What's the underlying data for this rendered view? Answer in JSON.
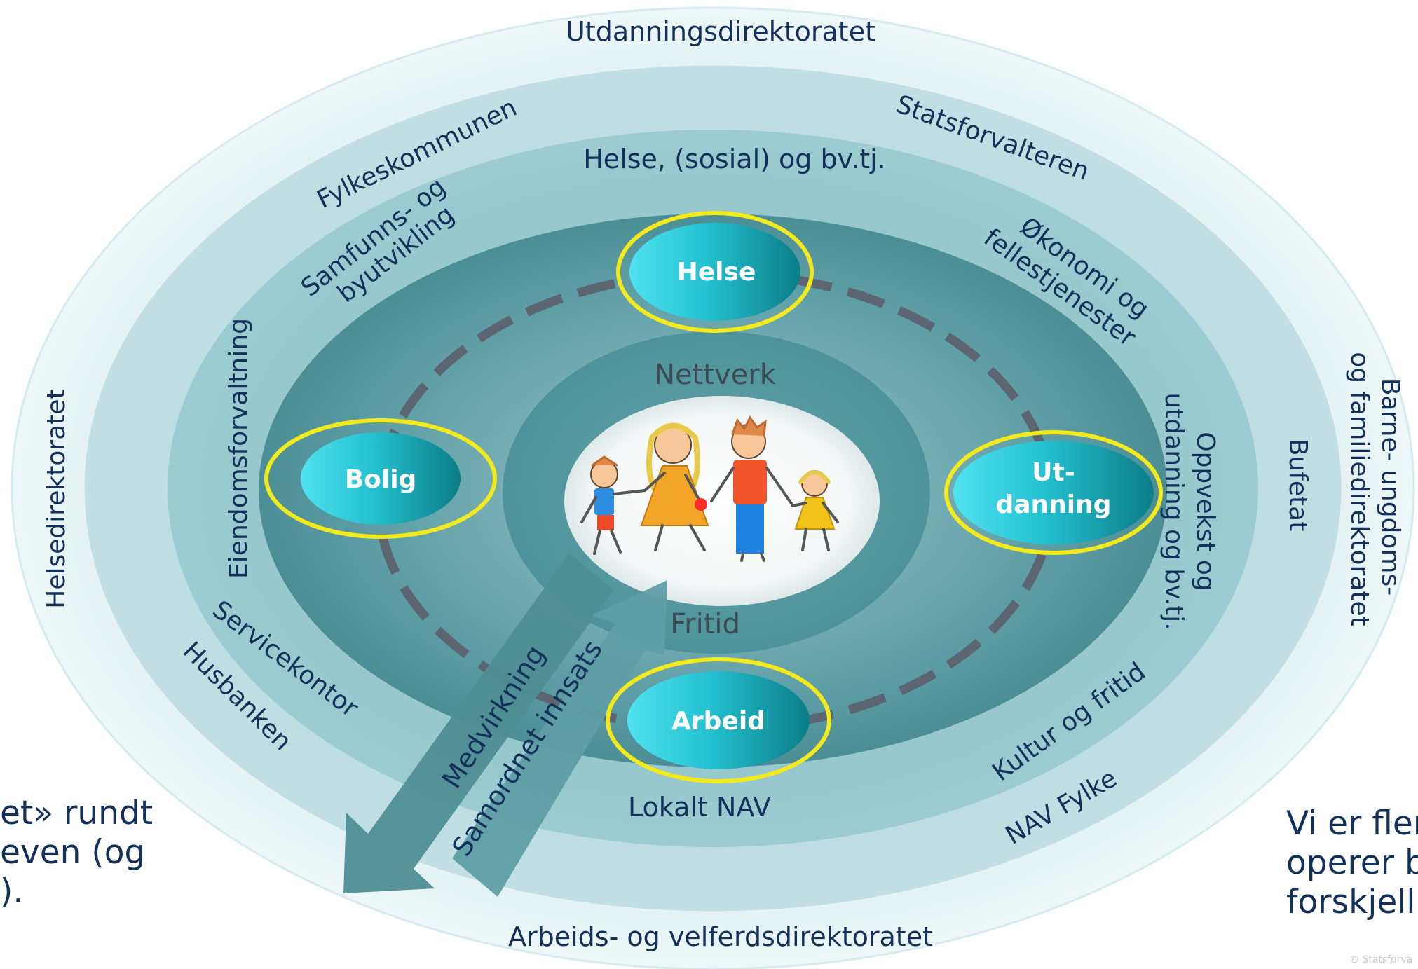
{
  "rings": {
    "outer_top": "Utdanningsdirektoratet",
    "outer_bottom": "Arbeids- og velferdsdirektoratet",
    "outer_left": "Helsedirektoratet",
    "outer_right_1": "Barne- ungdoms-",
    "outer_right_2": "og familiedirektoratet",
    "second_fylke": "Fylkeskommunen",
    "second_statsforvalteren": "Statsforvalteren",
    "second_bufetat": "Bufetat",
    "second_husbanken": "Husbanken",
    "second_nav_fylke": "NAV Fylke",
    "third_helse": "Helse, (sosial) og bv.tj.",
    "third_samfunn_1": "Samfunns- og",
    "third_samfunn_2": "byutvikling",
    "third_okonomi_1": "Økonomi og",
    "third_okonomi_2": "fellestjenester",
    "third_eiendom": "Eiendomsforvaltning",
    "third_oppvekst_1": "Oppvekst og",
    "third_oppvekst_2": "utdanning og bv.tj.",
    "third_service": "Servicekontor",
    "third_kultur": "Kultur og fritid",
    "third_lokalt_nav": "Lokalt NAV",
    "inner_nettverk": "Nettverk",
    "inner_fritid": "Fritid"
  },
  "nodes": {
    "helse": "Helse",
    "bolig": "Bolig",
    "utdanning_1": "Ut-",
    "utdanning_2": "danning",
    "arbeid": "Arbeid"
  },
  "arrows": {
    "medvirkning": "Medvirkning",
    "samordnet": "Samordnet innsats"
  },
  "side_text": {
    "left": [
      "et» rundt",
      "even (og",
      ")."
    ],
    "right": [
      "Vi er fler",
      "operer b",
      "forskjelli"
    ]
  },
  "copyright": "© Statsforva",
  "colors": {
    "node_ring": "#f2ea1c",
    "dashed_ring": "#5c6670",
    "text_dark": "#12305a",
    "arrow_fill": "#4e8e95"
  }
}
